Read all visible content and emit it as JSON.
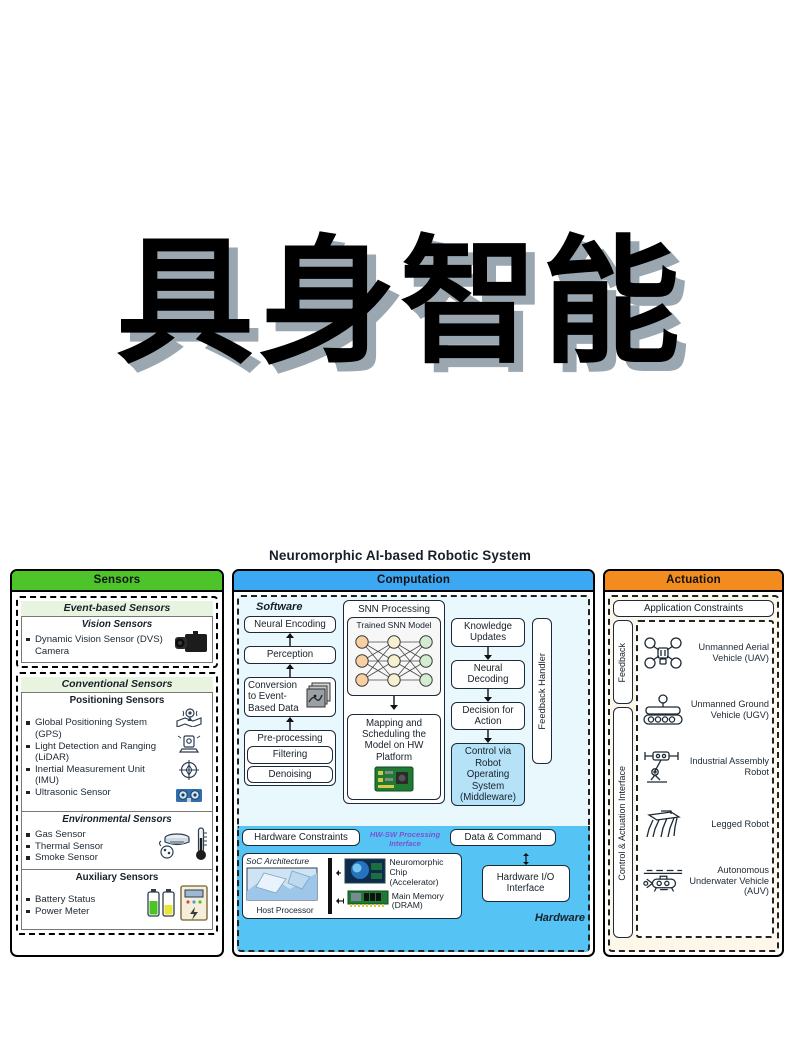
{
  "hero": {
    "title": "具身智能",
    "text_color": "#000000",
    "shadow_color": "#9aa7b0"
  },
  "figure": {
    "title": "Neuromorphic AI-based Robotic System"
  },
  "colors": {
    "sensors_header": "#4cc42a",
    "computation_header": "#3ca7f2",
    "actuation_header": "#f28c1e",
    "software_bg": "#e9f8fd",
    "hardware_bg": "#56c3f5",
    "actuation_bg": "#fdf7ea",
    "accent_box": "#b5e2f7",
    "interface_text": "#7b52cf"
  },
  "sensors": {
    "header": "Sensors",
    "groups": [
      {
        "title": "Event-based Sensors",
        "subgroups": [
          {
            "title": "Vision Sensors",
            "items": [
              "Dynamic Vision Sensor (DVS) Camera"
            ],
            "icon": "dvs-camera-icon"
          }
        ]
      },
      {
        "title": "Conventional Sensors",
        "subgroups": [
          {
            "title": "Positioning Sensors",
            "items": [
              "Global Positioning System (GPS)",
              "Light Detection and Ranging (LiDAR)",
              "Inertial Measurement Unit (IMU)",
              "Ultrasonic Sensor"
            ],
            "icons": [
              "gps-icon",
              "lidar-icon",
              "imu-compass-icon",
              "ultrasonic-icon"
            ]
          },
          {
            "title": "Environmental Sensors",
            "items": [
              "Gas Sensor",
              "Thermal Sensor",
              "Smoke Sensor"
            ],
            "icons": [
              "smoke-detector-icon",
              "thermometer-icon"
            ]
          },
          {
            "title": "Auxiliary Sensors",
            "items": [
              "Battery Status",
              "Power Meter"
            ],
            "icons": [
              "battery-icon",
              "power-meter-icon"
            ]
          }
        ]
      }
    ]
  },
  "computation": {
    "header": "Computation",
    "software_label": "Software",
    "hardware_label": "Hardware",
    "interface_label": "HW-SW Processing Interface",
    "pipeline": [
      "Neural Encoding",
      "Perception",
      "Conversion to Event-Based Data",
      "Pre-processing"
    ],
    "preprocessing_sub": [
      "Filtering",
      "Denoising"
    ],
    "snn": {
      "title": "SNN Processing",
      "model_label": "Trained SNN Model",
      "mapping": "Mapping and Scheduling the Model on HW Platform",
      "chip_icon": "neuromorphic-board-icon"
    },
    "right_column": [
      "Knowledge Updates",
      "Neural Decoding",
      "Decision for Action"
    ],
    "ros_box": "Control via Robot Operating System (Middleware)",
    "feedback_handler": "Feedback Handler",
    "hardware": {
      "constraints": "Hardware Constraints",
      "data_command": "Data & Command",
      "soc_label": "SoC Architecture",
      "host_processor": "Host Processor",
      "neuromorphic_chip": "Neuromorphic Chip (Accelerator)",
      "main_memory": "Main Memory (DRAM)",
      "io_interface": "Hardware I/O Interface"
    }
  },
  "actuation": {
    "header": "Actuation",
    "application_constraints": "Application Constraints",
    "feedback_label": "Feedback",
    "control_label": "Control & Actuation Interface",
    "robots": [
      {
        "name": "Unmanned Aerial Vehicle (UAV)",
        "icon": "drone-icon"
      },
      {
        "name": "Unmanned Ground Vehicle (UGV)",
        "icon": "tracked-vehicle-icon"
      },
      {
        "name": "Industrial Assembly Robot",
        "icon": "robot-arm-icon"
      },
      {
        "name": "Legged Robot",
        "icon": "legged-robot-icon"
      },
      {
        "name": "Autonomous Underwater Vehicle (AUV)",
        "icon": "submarine-icon"
      }
    ]
  }
}
